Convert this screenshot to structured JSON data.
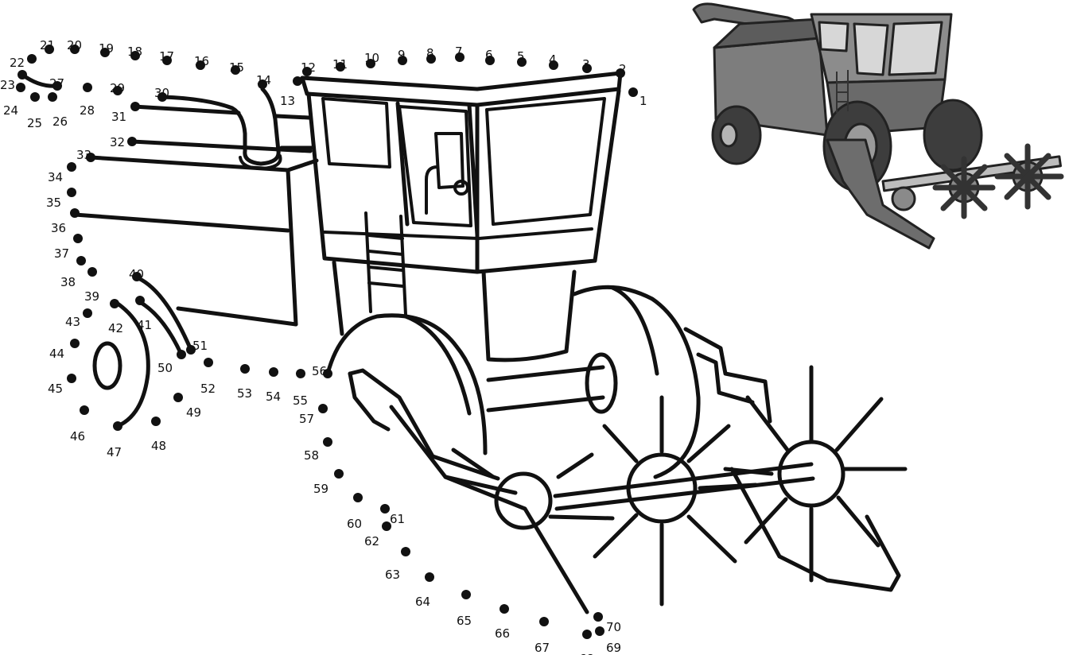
{
  "puzzle": {
    "type": "connect-the-dots",
    "subject_icon": "combine-harvester",
    "dot_count": 70,
    "first_label": "1",
    "last_label": "70",
    "ink_color": "#111111",
    "reference_colors": [
      "#4a4a4a",
      "#7d7d7d",
      "#a8a8a8",
      "#d0d0d0"
    ]
  }
}
